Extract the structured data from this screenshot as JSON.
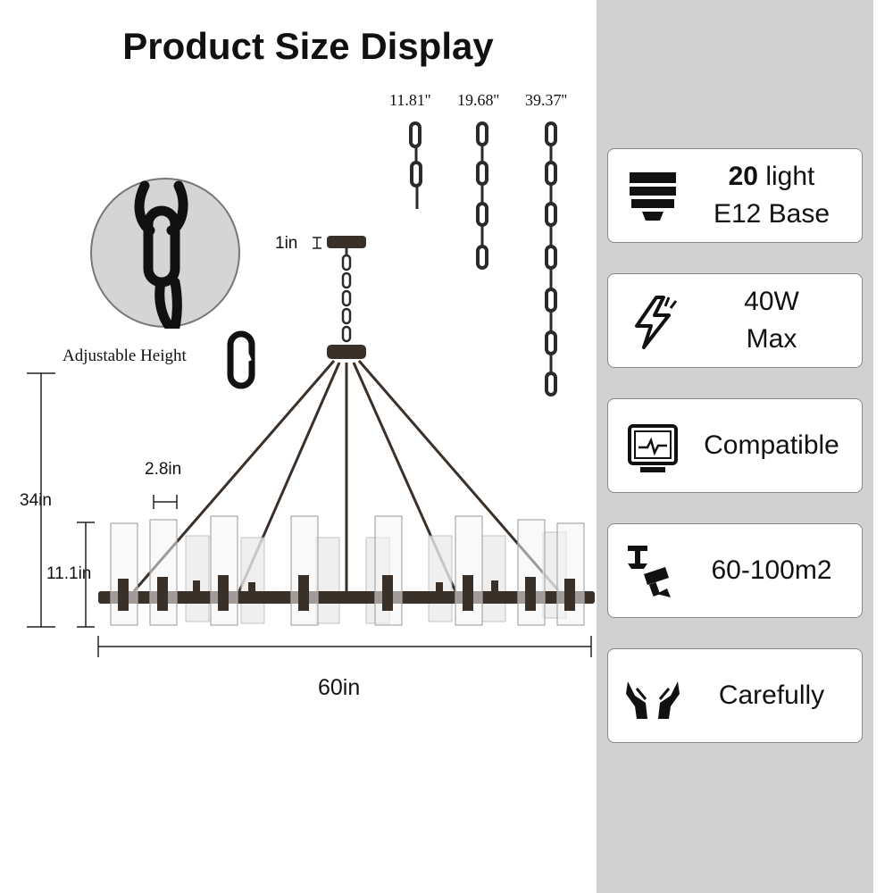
{
  "title": "Product Size Display",
  "chain_lengths": [
    "11.81''",
    "19.68''",
    "39.37''"
  ],
  "dimensions": {
    "canopy": "1in",
    "total_height": "34in",
    "glass_width": "2.8in",
    "shade_height": "11.1in",
    "width": "60in"
  },
  "adjustable_label": "Adjustable Height",
  "features": [
    {
      "icon": "bulb-base-icon",
      "bold": "20",
      "text": "light",
      "line2": "E12 Base"
    },
    {
      "icon": "lightning-icon",
      "text": "40W",
      "line2": "Max"
    },
    {
      "icon": "dimmer-icon",
      "text": "Compatible"
    },
    {
      "icon": "ceiling-lamp-icon",
      "text": "60-100m2"
    },
    {
      "icon": "fragile-hands-icon",
      "text": "Carefully"
    }
  ],
  "colors": {
    "panel": "#d1d1d1",
    "metal": "#3a302a",
    "glass": "#e6e6e6"
  }
}
